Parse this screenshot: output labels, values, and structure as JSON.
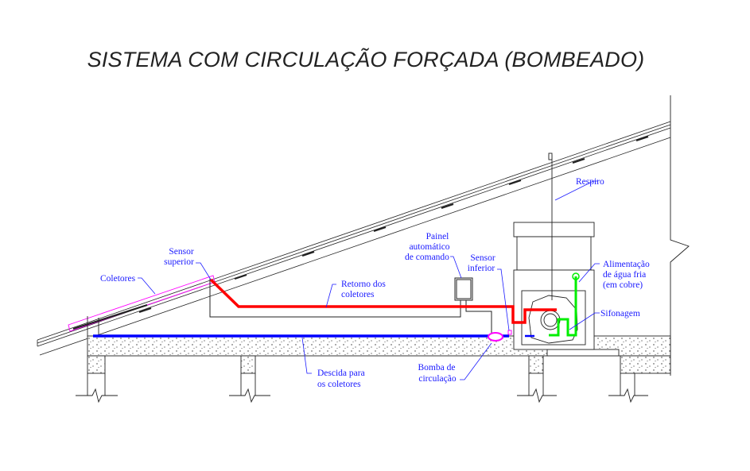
{
  "title": "SISTEMA COM CIRCULAÇÃO FORÇADA (BOMBEADO)",
  "labels": {
    "respiro": "Respiro",
    "painel": [
      "Painel",
      "automático",
      "de comando"
    ],
    "sensor_inferior": [
      "Sensor",
      "inferior"
    ],
    "alimentacao": [
      "Alimentação",
      "de água fria",
      "(em cobre)"
    ],
    "sifonagem": "Sifonagem",
    "sensor_superior": [
      "Sensor",
      "superior"
    ],
    "coletores": "Coletores",
    "retorno": [
      "Retorno dos",
      "coletores"
    ],
    "descida": [
      "Descida para",
      "os coletores"
    ],
    "bomba": [
      "Bomba de",
      "circulação"
    ]
  },
  "colors": {
    "hot_pipe": "#ff0000",
    "cold_pipe": "#0000ff",
    "supply_pipe": "#00ee00",
    "collector": "#ff00ff",
    "label": "#1a1aff"
  }
}
